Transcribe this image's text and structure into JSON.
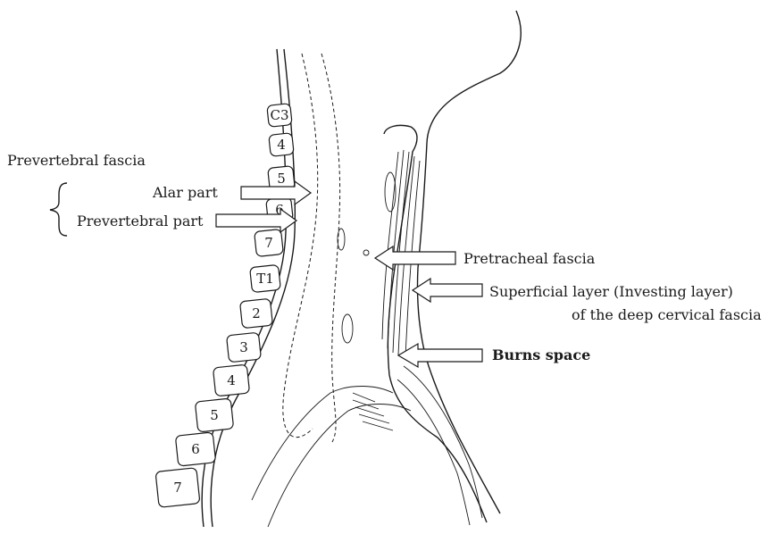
{
  "labels": {
    "prevertebral_fascia": "Prevertebral fascia",
    "alar_part": "Alar part",
    "prevertebral_part": "Prevertebral part",
    "pretracheal_fascia": "Pretracheal fascia",
    "superficial_layer_line1": "Superficial layer (Investing layer)",
    "superficial_layer_line2": "of the deep cervical fascia",
    "burns_space": "Burns space"
  },
  "vertebrae": [
    "C3",
    "4",
    "5",
    "6",
    "7",
    "T1",
    "2",
    "3",
    "4",
    "5",
    "6",
    "7"
  ]
}
